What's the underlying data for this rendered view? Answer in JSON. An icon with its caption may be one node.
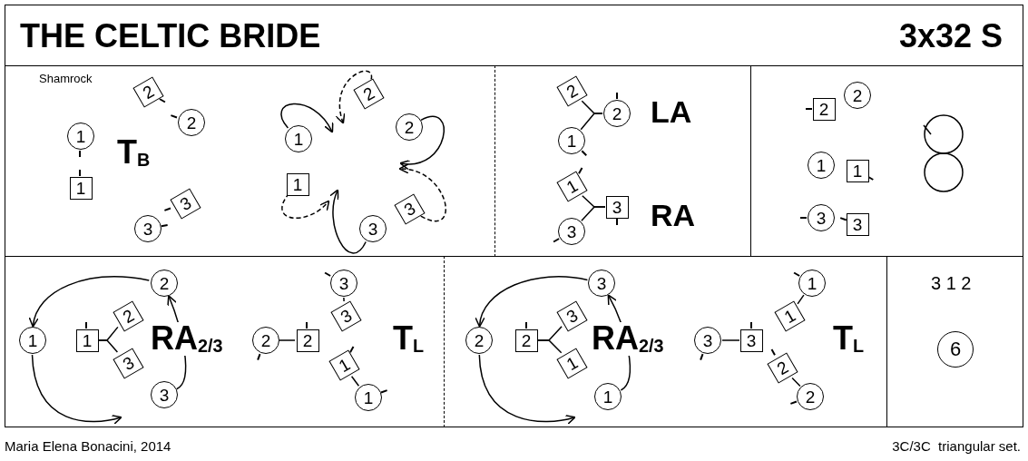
{
  "diagram": {
    "title": "THE CELTIC BRIDE",
    "nodes": [
      {
        "text": [
          "Shamrock",
          "T$_{B}$"
        ]
      },
      {
        "text": [
          "1"
        ],
        "in": 0
      },
      {
        "text": [
          "1"
        ],
        "in": 0
      },
      {
        "text": [
          "2"
        ],
        "in": 0
      },
      {
        "text": [
          "2"
        ],
        "in": 0
      },
      {
        "text": [
          "3"
        ],
        "in": 0
      },
      {
        "text": [
          "3"
        ],
        "in": 0
      },
      {
        "text": [
          "1"
        ],
        "in": 0
      },
      {
        "text": [
          "1"
        ],
        "in": 0
      },
      {
        "text": [
          "2"
        ],
        "in": 0
      },
      {
        "text": [
          "2"
        ],
        "in": 0
      },
      {
        "text": [
          "3"
        ],
        "in": 0
      },
      {
        "text": [
          "3"
        ],
        "in": 0
      },
      {
        "text": [
          "LA",
          "RA"
        ]
      },
      {
        "text": [
          "2"
        ],
        "in": 13
      },
      {
        "text": [
          "2"
        ],
        "in": 13
      },
      {
        "text": [
          "1"
        ],
        "in": 13
      },
      {
        "text": [
          "1"
        ],
        "in": 13
      },
      {
        "text": [
          "3"
        ],
        "in": 13
      },
      {
        "text": [
          "3"
        ],
        "in": 13
      },
      {
        "text": [],
        "shape": "box"
      },
      {
        "text": [
          "2"
        ],
        "in": 20
      },
      {
        "text": [
          "2"
        ],
        "in": 20
      },
      {
        "text": [
          "1"
        ],
        "in": 20
      },
      {
        "text": [
          "1"
        ],
        "in": 20
      },
      {
        "text": [
          "3"
        ],
        "in": 20
      },
      {
        "text": [
          "3"
        ],
        "in": 20
      },
      {
        "text": [
          "RA$_{2/3}$",
          "T$_{L}$"
        ]
      },
      {
        "text": [
          "2"
        ],
        "in": 27
      },
      {
        "text": [
          "1"
        ],
        "in": 27
      },
      {
        "text": [
          "1"
        ],
        "in": 27
      },
      {
        "text": [
          "2"
        ],
        "in": 27
      },
      {
        "text": [
          "3"
        ],
        "in": 27
      },
      {
        "text": [
          "3"
        ],
        "in": 27
      },
      {
        "text": [
          "2"
        ],
        "in": 27
      },
      {
        "text": [
          "2"
        ],
        "in": 27
      },
      {
        "text": [
          "3"
        ],
        "in": 27
      },
      {
        "text": [
          "3"
        ],
        "in": 27
      },
      {
        "text": [
          "1"
        ],
        "in": 27
      },
      {
        "text": [
          "1"
        ],
        "in": 27
      },
      {
        "text": [
          "RA$_{2/3}$",
          "T$_{L}$"
        ]
      },
      {
        "text": [
          "3"
        ],
        "in": 40
      },
      {
        "text": [
          "2"
        ],
        "in": 40
      },
      {
        "text": [
          "2"
        ],
        "in": 40
      },
      {
        "text": [
          "3"
        ],
        "in": 40
      },
      {
        "text": [
          "1"
        ],
        "in": 40
      },
      {
        "text": [
          "1"
        ],
        "in": 40
      },
      {
        "text": [
          "3"
        ],
        "in": 40
      },
      {
        "text": [
          "3"
        ],
        "in": 40
      },
      {
        "text": [
          "1"
        ],
        "in": 40
      },
      {
        "text": [
          "1"
        ],
        "in": 40
      },
      {
        "text": [
          "2"
        ],
        "in": 40
      },
      {
        "text": [
          "2"
        ],
        "in": 40
      },
      {
        "text": [
          "3 1 2"
        ]
      },
      {
        "text": [
          "6"
        ],
        "in": 53
      }
    ],
    "edges": [
      {
        "from": 7,
        "to": null,
        "arrow": "to"
      },
      {
        "from": 9,
        "to": null,
        "arrow": "to",
        "style": "dashed"
      },
      {
        "from": 10,
        "to": null,
        "arrow": "to"
      },
      {
        "from": 11,
        "to": null,
        "arrow": "to",
        "style": "dashed"
      },
      {
        "from": 12,
        "to": null,
        "arrow": "to"
      },
      {
        "from": 8,
        "to": null,
        "arrow": "to",
        "style": "dashed"
      },
      {
        "from": 14,
        "to": 15,
        "arrow": "none"
      },
      {
        "from": 16,
        "to": 15,
        "arrow": "none"
      },
      {
        "from": 17,
        "to": 18,
        "arrow": "none"
      },
      {
        "from": 19,
        "to": 18,
        "arrow": "none"
      },
      {
        "from": 31,
        "to": 30,
        "arrow": "none"
      },
      {
        "from": 32,
        "to": 30,
        "arrow": "none"
      },
      {
        "from": 28,
        "to": 29,
        "arrow": "to"
      },
      {
        "from": 29,
        "to": null,
        "arrow": "to"
      },
      {
        "from": 33,
        "to": 28,
        "arrow": "to"
      },
      {
        "from": 34,
        "to": 35,
        "arrow": "none"
      },
      {
        "from": 36,
        "to": 37,
        "arrow": "none"
      },
      {
        "from": 38,
        "to": 39,
        "arrow": "none"
      },
      {
        "from": 44,
        "to": 43,
        "arrow": "none"
      },
      {
        "from": 45,
        "to": 43,
        "arrow": "none"
      },
      {
        "from": 41,
        "to": 42,
        "arrow": "to"
      },
      {
        "from": 42,
        "to": null,
        "arrow": "to"
      },
      {
        "from": 46,
        "to": 41,
        "arrow": "to"
      },
      {
        "from": 47,
        "to": 48,
        "arrow": "none"
      },
      {
        "from": 49,
        "to": 50,
        "arrow": "none"
      },
      {
        "from": 51,
        "to": 52,
        "arrow": "none"
      }
    ],
    "labels": [
      "3x32 S",
      "Maria Elena Bonacini, 2014",
      "3C/3C  triangular set."
    ]
  }
}
